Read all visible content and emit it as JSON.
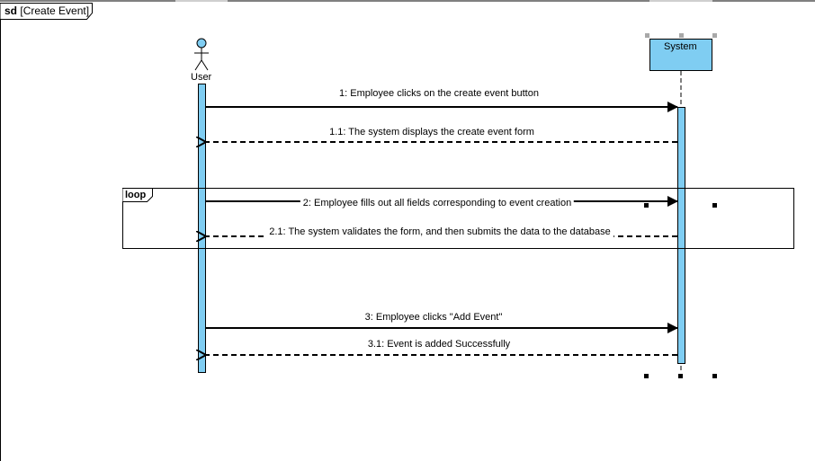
{
  "frame": {
    "keyword": "sd",
    "name": "[Create Event]"
  },
  "lifelines": {
    "user": {
      "label": "User"
    },
    "system": {
      "label": "System"
    }
  },
  "fragment": {
    "operator": "loop"
  },
  "messages": [
    {
      "label": "1: Employee clicks on the create event button",
      "kind": "call"
    },
    {
      "label": "1.1: The system displays the create event form",
      "kind": "reply"
    },
    {
      "label": "2: Employee fills out all fields corresponding to event creation",
      "kind": "call"
    },
    {
      "label": "2.1: The system validates the form, and then submits the data to the database",
      "kind": "reply"
    },
    {
      "label": "3: Employee clicks \"Add Event\"",
      "kind": "call"
    },
    {
      "label": "3.1: Event is added Successfully",
      "kind": "reply"
    }
  ],
  "colors": {
    "lifeline_fill": "#7fcdf2",
    "actor_fill": "#7fcdf2",
    "line": "#000000",
    "frame_border": "#000000"
  }
}
